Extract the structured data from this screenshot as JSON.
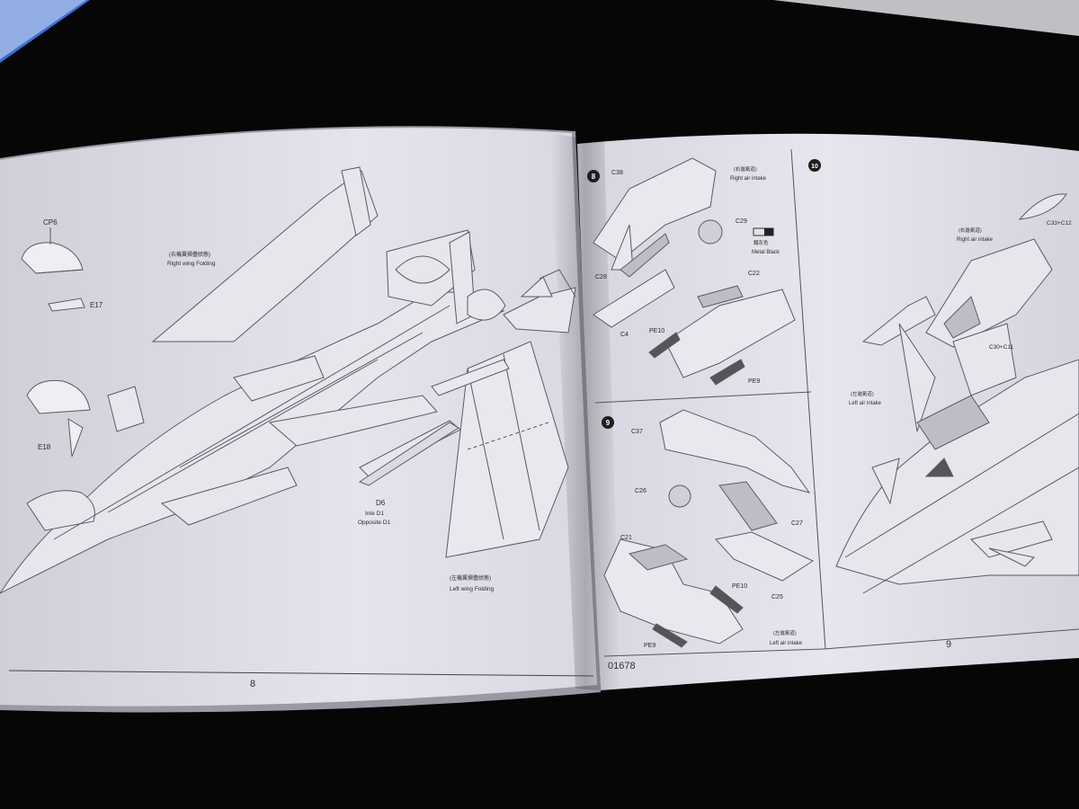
{
  "left_page": {
    "page_number": "8",
    "labels": {
      "cp6": "CP6",
      "e17": "E17",
      "e18": "E18",
      "right_wing_cn": "(右機翼摺疊狀態)",
      "right_wing": "Right wing Folding",
      "d6": "D6",
      "d6_line2": "Inte D1",
      "d6_line3": "Opposite D1",
      "left_wing_cn": "(左機翼摺疊狀態)",
      "left_wing": "Left wing Folding"
    }
  },
  "right_page": {
    "page_number": "9",
    "catalog_number": "01678",
    "step8": {
      "number": "8",
      "labels": {
        "c38": "C38",
        "c28": "C28",
        "c4": "C4",
        "pe10": "PE10",
        "pe9": "PE9",
        "c22": "C22",
        "c29": "C29",
        "intake_cn": "(右進氣道)",
        "intake": "Right air intake",
        "paint_cn": "鐵灰色",
        "paint": "Metal Black"
      }
    },
    "step9": {
      "number": "9",
      "labels": {
        "c37": "C37",
        "c26": "C26",
        "c27": "C27",
        "c21": "C21",
        "pe10": "PE10",
        "c25": "C25",
        "pe9": "PE9",
        "intake_cn": "(左進氣道)",
        "intake": "Left air intake"
      }
    },
    "step10": {
      "number": "10",
      "labels": {
        "c33_c12": "C33+C12",
        "right_cn": "(右進氣道)",
        "right": "Right air intake",
        "c30_c11": "C30+C11",
        "left_cn": "(左進氣道)",
        "left": "Left air intake"
      }
    }
  }
}
